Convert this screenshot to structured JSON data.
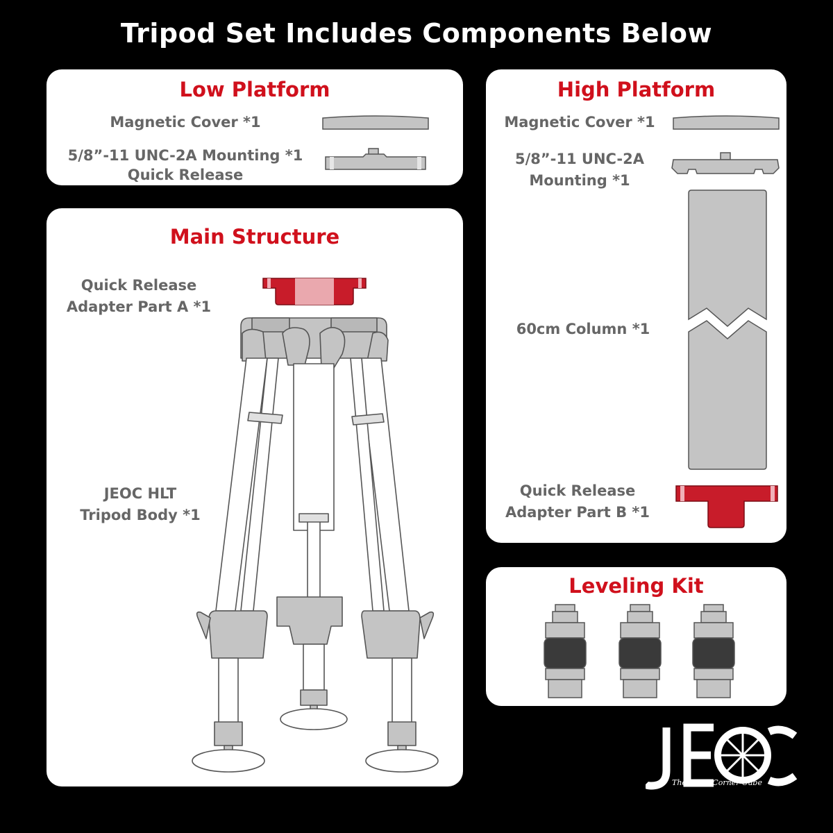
{
  "title": "Tripod Set Includes Components Below",
  "low_platform": {
    "title": "Low Platform",
    "magnetic_cover": "Magnetic Cover *1",
    "mounting_line1": "5/8”-11 UNC-2A Mounting *1",
    "mounting_line2": "Quick Release"
  },
  "high_platform": {
    "title": "High Platform",
    "magnetic_cover": "Magnetic Cover *1",
    "mounting_line1": "5/8”-11 UNC-2A",
    "mounting_line2": "Mounting *1",
    "column": "60cm Column *1",
    "adapter_b_line1": "Quick Release",
    "adapter_b_line2": "Adapter Part B *1"
  },
  "main_structure": {
    "title": "Main Structure",
    "adapter_a_line1": "Quick Release",
    "adapter_a_line2": "Adapter Part A *1",
    "tripod_line1": "JEOC HLT",
    "tripod_line2": "Tripod Body *1"
  },
  "leveling_kit": {
    "title": "Leveling Kit"
  },
  "logo": {
    "text": "JEOC",
    "tagline": "The Right Corner Cube"
  },
  "colors": {
    "background": "#000000",
    "card": "#ffffff",
    "accent": "#d0101c",
    "part_gray": "#c4c4c4",
    "part_dark": "#3a3a3a",
    "label_gray": "#666666"
  }
}
